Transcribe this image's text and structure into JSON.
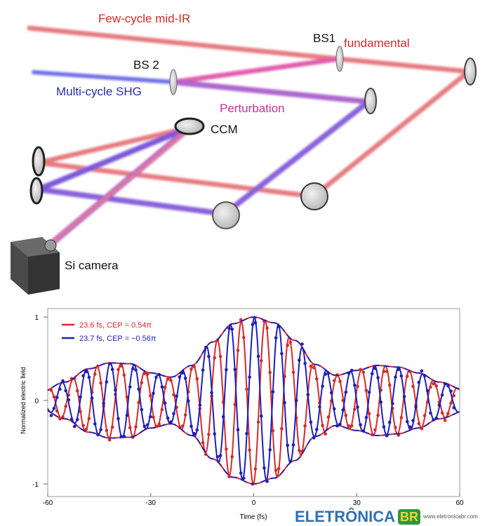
{
  "diagram": {
    "labels": {
      "few_cycle": "Few-cycle mid-IR",
      "bs1": "BS1",
      "fundamental": "fundamental",
      "bs2": "BS 2",
      "multi_cycle": "Multi-cycle SHG",
      "perturbation": "Perturbation",
      "ccm": "CCM",
      "camera": "Si camera"
    },
    "colors": {
      "red": "#d9363e",
      "blue": "#3a3adf",
      "purple": "#8a2fb0",
      "pink": "#d8359a"
    }
  },
  "watermark": {
    "brand": "ELETRÔNICA",
    "suffix": "BR",
    "url": "www.eletronicabr.com"
  },
  "chart_data": {
    "type": "line",
    "xlabel": "Time (fs)",
    "ylabel": "Normalized electric field",
    "xlim": [
      -60,
      60
    ],
    "ylim": [
      -1,
      1
    ],
    "xticks": [
      "-60",
      "-30",
      "0",
      "30",
      "60"
    ],
    "yticks": [
      "1",
      "0",
      "-1"
    ],
    "legend_position": "top-left",
    "period_fs": 7.0,
    "envelope": {
      "t": [
        -62,
        -55,
        -48,
        -42,
        -36,
        -30,
        -24,
        -18,
        -12,
        -6,
        0,
        6,
        12,
        18,
        24,
        30,
        36,
        42,
        48,
        54,
        62
      ],
      "value": [
        0.1,
        0.22,
        0.38,
        0.45,
        0.44,
        0.33,
        0.28,
        0.42,
        0.7,
        0.92,
        1.0,
        0.93,
        0.72,
        0.43,
        0.3,
        0.36,
        0.42,
        0.4,
        0.33,
        0.22,
        0.12
      ]
    },
    "series": [
      {
        "name": "23.6 fs, CEP = 0.54π",
        "color": "#d42a2a",
        "duration_fs": 23.6,
        "cep_pi": 0.54
      },
      {
        "name": "23.7 fs, CEP = −0.56π",
        "color": "#1f1fb5",
        "duration_fs": 23.7,
        "cep_pi": -0.56
      }
    ]
  }
}
